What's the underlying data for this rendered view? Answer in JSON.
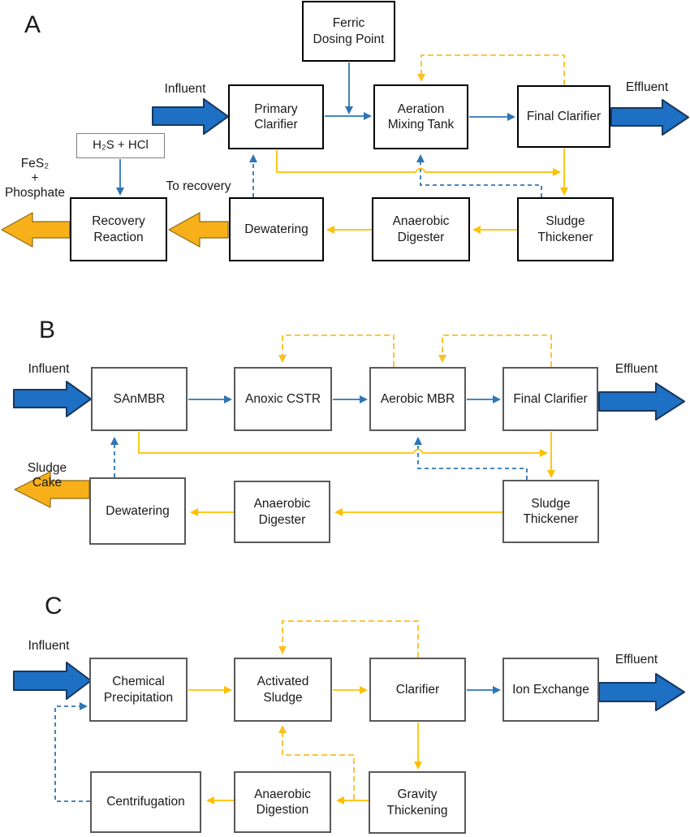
{
  "figure": {
    "description": "Three wastewater treatment process flow diagrams"
  },
  "colors": {
    "water_line_blue": "#2e75b6",
    "thick_arrow_blue": "#1d70c4",
    "sludge_line_yellow": "#ffc000",
    "dashed_yellow": "#fbbf24",
    "thick_arrow_yellow": "#f7b01a",
    "panel_a_box_border": "#000000",
    "panel_bc_box_border": "#595959",
    "thin_box_border": "#7f7f7f"
  },
  "panels": [
    {
      "label": "A",
      "nodes": {
        "ferric_dosing_point": "Ferric\nDosing Point",
        "primary_clarifier": "Primary\nClarifier",
        "aeration_mixing_tank": "Aeration\nMixing Tank",
        "final_clarifier": "Final Clarifier",
        "h2s_hcl": "H₂S + HCl",
        "recovery_reaction": "Recovery\nReaction",
        "dewatering": "Dewatering",
        "anaerobic_digester": "Anaerobic\nDigester",
        "sludge_thickener": "Sludge\nThickener"
      },
      "labels": {
        "influent": "Influent",
        "effluent": "Effluent",
        "fes2_phosphate": "FeS₂\n+\nPhosphate",
        "to_recovery": "To recovery"
      }
    },
    {
      "label": "B",
      "nodes": {
        "sanmbr": "SAnMBR",
        "anoxic_cstr": "Anoxic CSTR",
        "aerobic_mbr": "Aerobic MBR",
        "final_clarifier": "Final Clarifier",
        "dewatering": "Dewatering",
        "anaerobic_digester": "Anaerobic\nDigester",
        "sludge_thickener": "Sludge\nThickener"
      },
      "labels": {
        "influent": "Influent",
        "effluent": "Effluent",
        "sludge_cake": "Sludge\nCake"
      }
    },
    {
      "label": "C",
      "nodes": {
        "chemical_precipitation": "Chemical\nPrecipitation",
        "activated_sludge": "Activated\nSludge",
        "clarifier": "Clarifier",
        "ion_exchange": "Ion Exchange",
        "centrifugation": "Centrifugation",
        "anaerobic_digestion": "Anaerobic\nDigestion",
        "gravity_thickening": "Gravity\nThickening"
      },
      "labels": {
        "influent": "Influent",
        "effluent": "Effluent"
      }
    }
  ]
}
